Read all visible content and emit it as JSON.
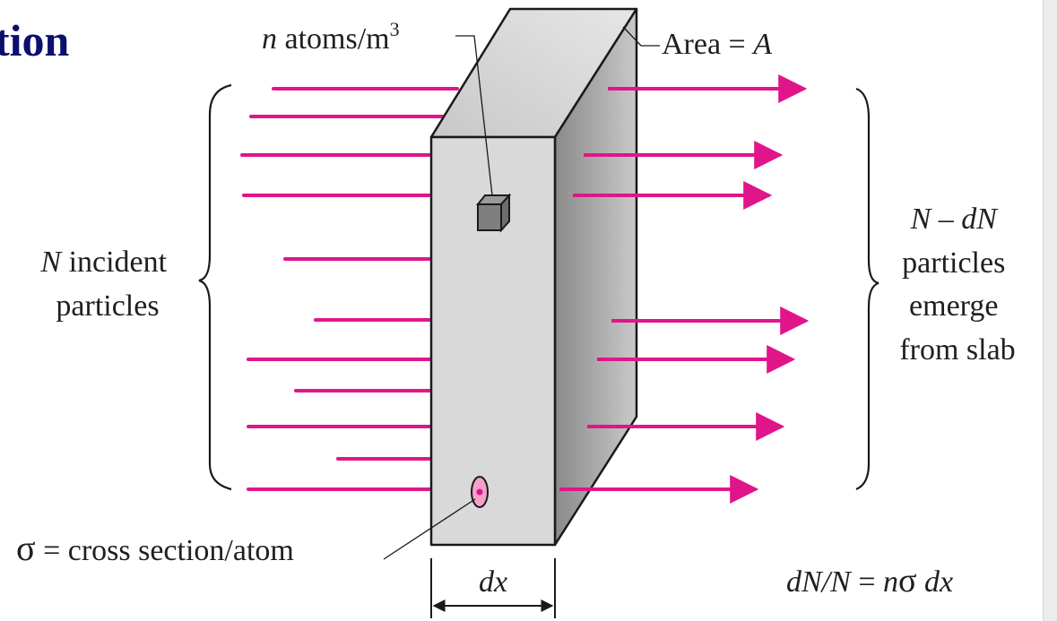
{
  "slide": {
    "title_fragment": "tion",
    "title_color": "#0b0f6e"
  },
  "diagram": {
    "density_label": {
      "italic": "n",
      "text": " atoms/m",
      "sup": "3"
    },
    "area_label": {
      "text": "Area = ",
      "italic": "A"
    },
    "incident": {
      "italic": "N",
      "line1_rest": " incident",
      "line2": "particles"
    },
    "emerging": {
      "line1": "N – dN",
      "line2": "particles",
      "line3": "emerge",
      "line4": "from slab"
    },
    "cross_section_label": {
      "symbol": "σ",
      "text": " = cross section/atom"
    },
    "thickness_label": "dx",
    "equation": {
      "lhs": "dN/N",
      "eq": " = ",
      "n": "n",
      "sigma": "σ",
      "dx": " dx"
    },
    "colors": {
      "beam": "#e0158a",
      "slab_front": "#d9d9d9",
      "slab_top": "#cfcfcf",
      "slab_side": "#a8a8a8",
      "atom_ellipse": "#f5a0c8"
    }
  }
}
